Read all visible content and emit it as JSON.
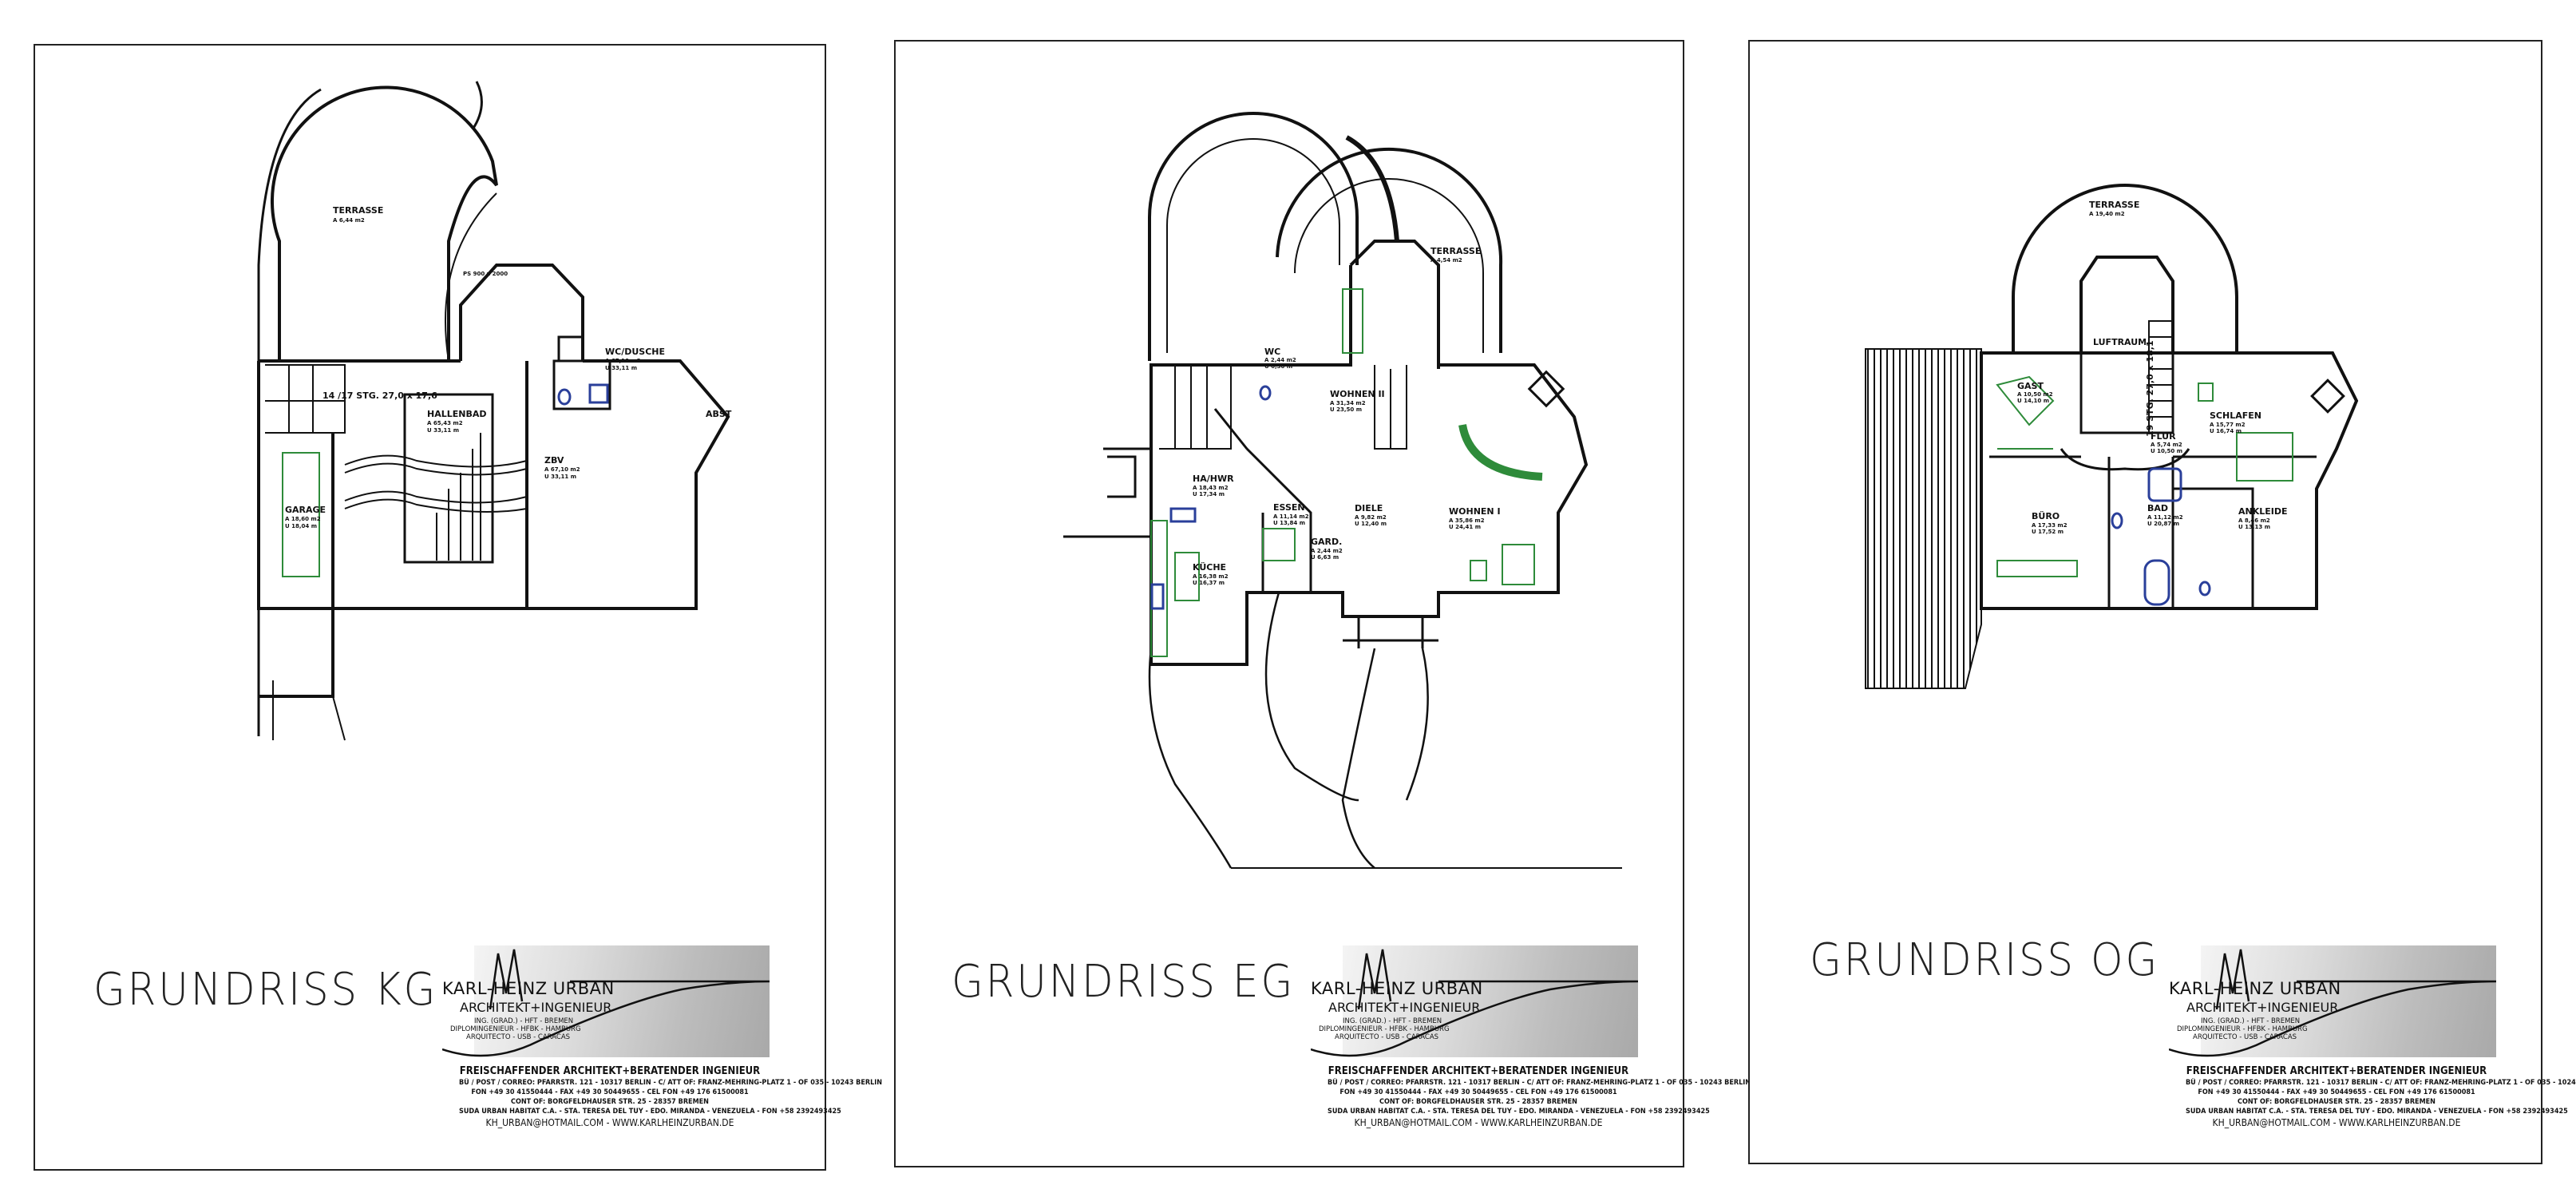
{
  "sheets": [
    {
      "title": "GRUNDRISS KG",
      "rooms": [
        {
          "name": "TERRASSE",
          "area": "A 6,44 m2"
        },
        {
          "name": "HALLENBAD",
          "area": "A 65,43 m2",
          "perimeter": "U 33,11 m"
        },
        {
          "name": "ZBV",
          "area": "A 67,10 m2",
          "perimeter": "U 33,11 m"
        },
        {
          "name": "WC/DUSCHE",
          "area": "A 67,10 m2",
          "perimeter": "U 33,11 m"
        },
        {
          "name": "GARAGE",
          "area": "A 18,60 m2",
          "perimeter": "U 18,04 m"
        },
        {
          "name": "ABST"
        }
      ],
      "stair_note": "14 /17 STG. 27,0 x 17,6",
      "window_note": "PS 900 x 2000"
    },
    {
      "title": "GRUNDRISS EG",
      "rooms": [
        {
          "name": "TERRASSE",
          "area": "A 4,54 m2"
        },
        {
          "name": "WC",
          "area": "A 2,44 m2",
          "perimeter": "U 6,30 m"
        },
        {
          "name": "WOHNEN II",
          "area": "A 31,34 m2",
          "perimeter": "U 23,50 m"
        },
        {
          "name": "HA/HWR",
          "area": "A 18,43 m2",
          "perimeter": "U 17,34 m"
        },
        {
          "name": "ESSEN",
          "area": "A 11,14 m2",
          "perimeter": "U 13,84 m"
        },
        {
          "name": "GARD.",
          "area": "A 2,44 m2",
          "perimeter": "U 6,63 m"
        },
        {
          "name": "DIELE",
          "area": "A 9,82 m2",
          "perimeter": "U 12,40 m"
        },
        {
          "name": "KÜCHE",
          "area": "A 16,38 m2",
          "perimeter": "U 16,37 m"
        },
        {
          "name": "WOHNEN I",
          "area": "A 35,86 m2",
          "perimeter": "U 24,41 m"
        }
      ]
    },
    {
      "title": "GRUNDRISS OG",
      "rooms": [
        {
          "name": "TERRASSE",
          "area": "A 19,40 m2"
        },
        {
          "name": "LUFTRAUM"
        },
        {
          "name": "GAST",
          "area": "A 10,50 m2",
          "perimeter": "U 14,10 m"
        },
        {
          "name": "SCHLAFEN",
          "area": "A 15,77 m2",
          "perimeter": "U 16,74 m"
        },
        {
          "name": "FLUR",
          "area": "A 5,74 m2",
          "perimeter": "U 10,50 m"
        },
        {
          "name": "BÜRO",
          "area": "A 17,33 m2",
          "perimeter": "U 17,52 m"
        },
        {
          "name": "BAD",
          "area": "A 11,12 m2",
          "perimeter": "U 20,87 m"
        },
        {
          "name": "ANKLEIDE",
          "area": "A 8,46 m2",
          "perimeter": "U 13,13 m"
        }
      ],
      "stair_note": "19 STG. 27,0 x 18,1"
    }
  ],
  "logo": {
    "name": "KARL-HEINZ URBAN",
    "subtitle": "ARCHITEKT+INGENIEUR",
    "credentials": [
      "ING. (GRAD.) - HFT - BREMEN",
      "DIPLOMINGENIEUR - HFBK - HAMBURG",
      "ARQUITECTO - USB - CARACAS"
    ],
    "headline": "FREISCHAFFENDER ARCHITEKT+BERATENDER INGENIEUR",
    "address_lines": [
      "BÜ / POST / CORREO: PFARRSTR. 121 - 10317 BERLIN - C/ ATT OF: FRANZ-MEHRING-PLATZ 1 - OF 035 - 10243 BERLIN",
      "FON +49 30 41550444 - FAX +49 30 50449655 - CEL FON +49 176 61500081",
      "CONT OF: BORGFELDHAUSER STR. 25 - 28357 BREMEN",
      "SUDA URBAN HABITAT C.A. - STA. TERESA DEL TUY - EDO. MIRANDA - VENEZUELA - FON +58 2392493425"
    ],
    "contact": "KH_URBAN@HOTMAIL.COM  -  WWW.KARLHEINZURBAN.DE"
  },
  "colors": {
    "line": "#111111",
    "furniture": "#2e8b3a",
    "sanitary": "#2a3f9a"
  }
}
